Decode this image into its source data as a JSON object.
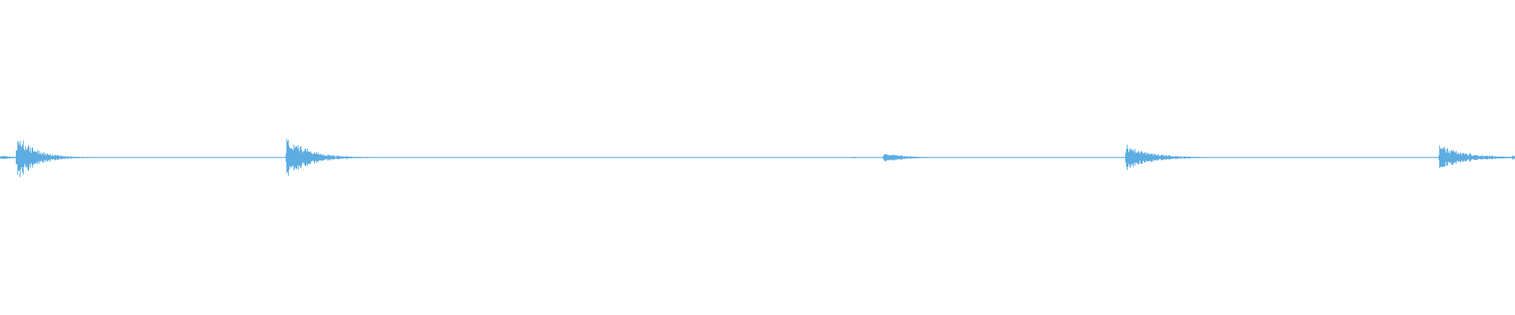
{
  "waveform": {
    "color": "#5dade2",
    "background": "#ffffff",
    "baseline_amplitude": 0.004,
    "events": [
      {
        "time": 0.0,
        "amplitude": 0.03,
        "decay": 0.01
      },
      {
        "time": 0.011,
        "amplitude": 0.33,
        "decay": 0.012
      },
      {
        "time": 0.057,
        "amplitude": 0.01,
        "decay": 0.004
      },
      {
        "time": 0.189,
        "amplitude": 0.31,
        "decay": 0.014
      },
      {
        "time": 0.563,
        "amplitude": 0.01,
        "decay": 0.006
      },
      {
        "time": 0.583,
        "amplitude": 0.08,
        "decay": 0.012
      },
      {
        "time": 0.743,
        "amplitude": 0.18,
        "decay": 0.016
      },
      {
        "time": 0.847,
        "amplitude": 0.01,
        "decay": 0.004
      },
      {
        "time": 0.95,
        "amplitude": 0.17,
        "decay": 0.018
      },
      {
        "time": 0.998,
        "amplitude": 0.04,
        "decay": 0.002
      }
    ]
  }
}
